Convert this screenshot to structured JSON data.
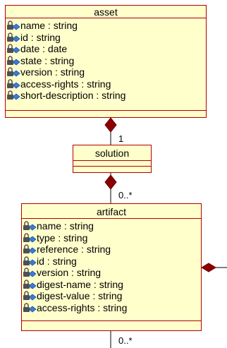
{
  "colors": {
    "class_fill": "#ffffcc",
    "class_border": "#b20000",
    "connector": "#000000",
    "diamond": "#8b0000",
    "lock_icon": "#404040",
    "attr_marker": "#3a7bd5"
  },
  "icons": {
    "attribute": "lock-attribute-icon",
    "composition": "filled-diamond-icon"
  },
  "classes": {
    "asset": {
      "name": "asset",
      "attributes": [
        "name : string",
        "id : string",
        "date : date",
        "state : string",
        "version : string",
        "access-rights : string",
        "short-description : string"
      ]
    },
    "solution": {
      "name": "solution"
    },
    "artifact": {
      "name": "artifact",
      "attributes": [
        "name : string",
        "type : string",
        "reference : string",
        "id : string",
        "version : string",
        "digest-name : string",
        "digest-value : string",
        "access-rights : string"
      ]
    }
  },
  "associations": {
    "asset_solution": {
      "multiplicity_solution_end": "1"
    },
    "solution_artifact": {
      "multiplicity_artifact_end": "0..*"
    },
    "artifact_bottom": {
      "multiplicity": "0..*"
    }
  }
}
